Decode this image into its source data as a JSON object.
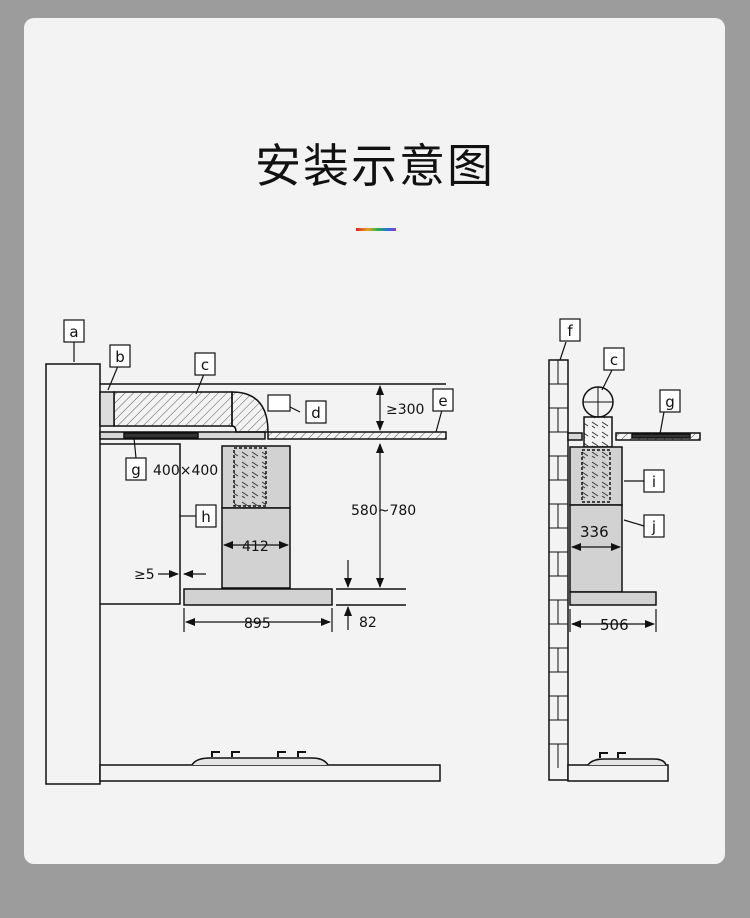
{
  "title": "安装示意图",
  "accent_rule_colors": [
    "#e02020",
    "#e7a21d",
    "#27b24a",
    "#2a6fdc",
    "#8a3fd1"
  ],
  "left_view": {
    "callouts": {
      "a": "a",
      "b": "b",
      "c": "c",
      "d": "d",
      "e": "e",
      "g": "g",
      "h": "h"
    },
    "dimensions": {
      "ceiling_gap": "≥300",
      "vent_size": "400×400",
      "hood_height": "580~780",
      "chimney_width": "412",
      "wall_clearance": "≥5",
      "hood_width": "895",
      "hood_depth": "82"
    }
  },
  "right_view": {
    "callouts": {
      "f": "f",
      "c": "c",
      "g": "g",
      "i": "i",
      "j": "j"
    },
    "dimensions": {
      "chimney_width": "336",
      "hood_depth": "506"
    }
  }
}
